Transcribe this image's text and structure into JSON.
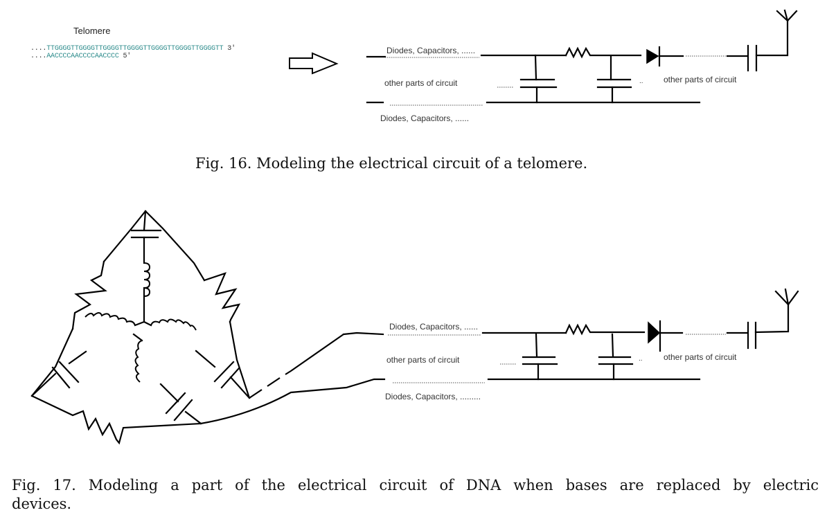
{
  "fig16": {
    "telomere_label": "Telomere",
    "strand_top_prefix": "....",
    "strand_top_seq": "TTGGGGTTGGGGTTGGGGTTGGGGTTGGGGTTGGGGTTGGGGTT",
    "strand_top_end": " 3'",
    "strand_bottom_prefix": "....",
    "strand_bottom_seq": "AACCCCAACCCCAACCCC",
    "strand_bottom_end": " 5'",
    "label_top": "Diodes, Capacitors, ......",
    "label_middle": "other parts of circuit",
    "label_bottom": "Diodes, Capacitors, ......",
    "label_right": "other parts of circuit",
    "mid_dots": ".......",
    "small_dots": "..",
    "caption": "Fig. 16. Modeling the electrical circuit of a telomere."
  },
  "fig17": {
    "label_top": "Diodes, Capacitors, ......",
    "label_middle": "other parts of circuit",
    "label_bottom": "Diodes, Capacitors, .........",
    "label_right": "other parts of circuit",
    "mid_dots": ".......",
    "small_dots": "..",
    "caption_line1": "Fig. 17. Modeling a part of the electrical circuit of DNA when bases are replaced by electric",
    "caption_line2": "devices."
  }
}
